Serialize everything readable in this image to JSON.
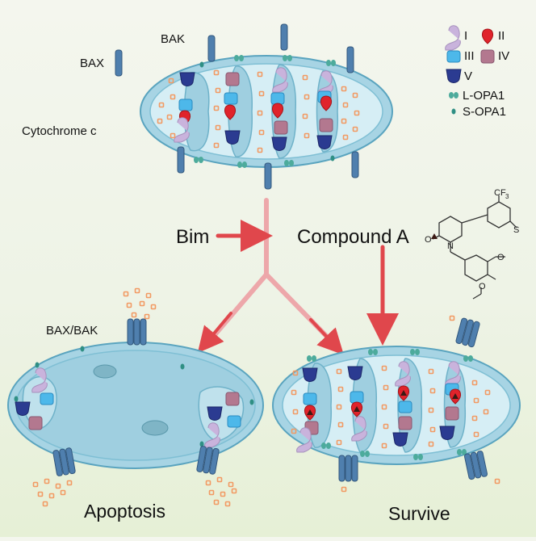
{
  "labels": {
    "bak": "BAK",
    "bax": "BAX",
    "cytochrome_c": "Cytochrome c",
    "bim": "Bim",
    "compound": "Compound A",
    "bax_bak": "BAX/BAK",
    "apoptosis": "Apoptosis",
    "survive": "Survive"
  },
  "legend": {
    "items": [
      {
        "numeral": "I",
        "icon": "complex-I-icon",
        "color": "#c9b3dc"
      },
      {
        "numeral": "II",
        "icon": "complex-II-icon",
        "color": "#e0232b"
      },
      {
        "numeral": "III",
        "icon": "complex-III-icon",
        "color": "#4db8ea"
      },
      {
        "numeral": "IV",
        "icon": "complex-IV-icon",
        "color": "#b3788f"
      },
      {
        "numeral": "V",
        "icon": "complex-V-icon",
        "color": "#2b3b91"
      }
    ],
    "opa": [
      {
        "label": "L-OPA1",
        "icon": "l-opa1-icon",
        "color": "#4dab9c"
      },
      {
        "label": "S-OPA1",
        "icon": "s-opa1-icon",
        "color": "#2f8f84"
      }
    ]
  },
  "molecule": {
    "cf3": "CF",
    "cf3_sub": "3",
    "o": "O",
    "n": "N",
    "s": "S",
    "o2": "O",
    "o3": "O"
  },
  "colors": {
    "arrow": "#e0474c",
    "matrix": "#cfe9f1",
    "membrane": "#8cc6d9",
    "channel": "#4f7fae",
    "cytc": "#f29a63",
    "compound": "#3b1a14"
  }
}
